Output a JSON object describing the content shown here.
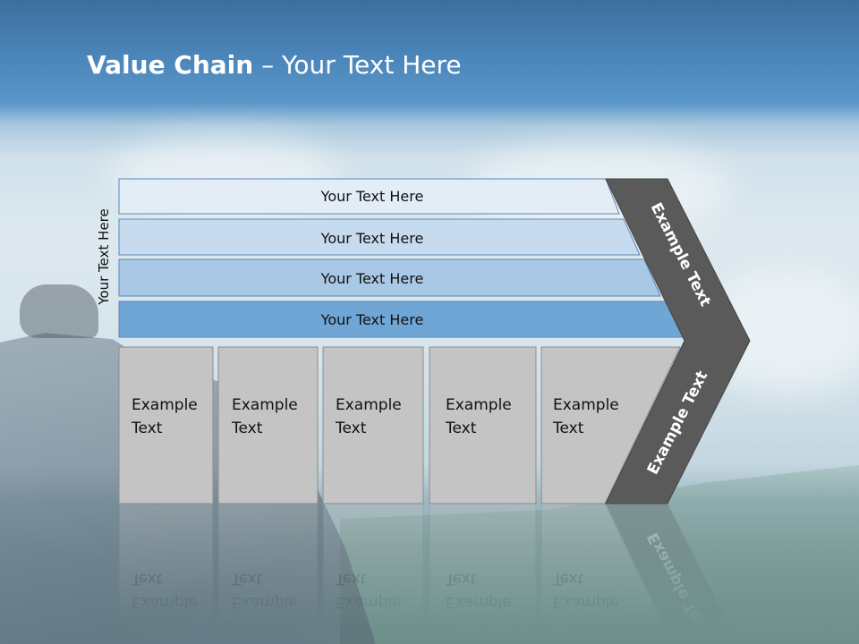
{
  "title": {
    "bold": "Value Chain",
    "rest": " – Your Text Here"
  },
  "side_label": "Your Text Here",
  "support_bars": [
    {
      "label": "Your Text Here"
    },
    {
      "label": "Your Text Here"
    },
    {
      "label": "Your Text Here"
    },
    {
      "label": "Your Text Here"
    }
  ],
  "primary_boxes": [
    {
      "line1": "Example",
      "line2": "Text"
    },
    {
      "line1": "Example",
      "line2": "Text"
    },
    {
      "line1": "Example",
      "line2": "Text"
    },
    {
      "line1": "Example",
      "line2": "Text"
    },
    {
      "line1": "Example",
      "line2": "Text"
    }
  ],
  "chevron": {
    "upper_label": "Example Text",
    "lower_label": "Example Text"
  },
  "colors": {
    "bar_fills": [
      "#e3edf6",
      "#c7dbee",
      "#a9c8e6",
      "#6fa6d6"
    ],
    "bar_stroke": "#5b87b4",
    "box_fill": "#c4c4c4",
    "chevron_fill": "#5a5a5a"
  }
}
